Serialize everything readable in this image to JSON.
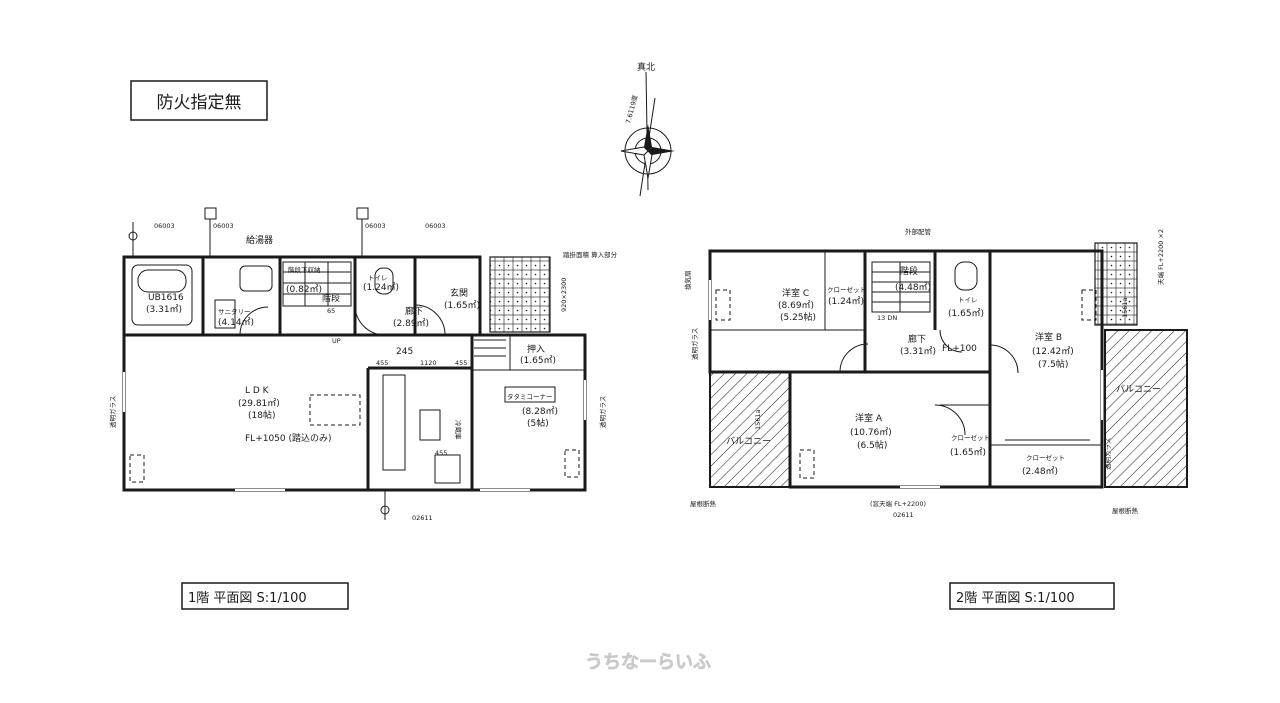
{
  "notice": "防火指定無",
  "compass": {
    "north": "真北",
    "angle": "7.6119度"
  },
  "watermark": "うちなーらいふ",
  "floor1": {
    "title": "1階 平面図 S:1/100",
    "rooms": {
      "ub_name": "UB1616",
      "ub_area": "(3.31㎡)",
      "sanitary_name": "サニタリー",
      "sanitary_area": "(4.14㎡)",
      "storage_name": "階段下収納",
      "storage_area": "(0.82㎡)",
      "toilet_name": "トイレ",
      "toilet_area": "(1.24㎡)",
      "stairs_name": "階段",
      "stairs_code": "65",
      "hall_name": "廊下",
      "hall_area": "(2.89㎡)",
      "entrance_name": "玄関",
      "entrance_area": "(1.65㎡)",
      "ldk_name": "L D K",
      "ldk_area": "(29.81㎡)",
      "ldk_tatami": "(18帖)",
      "oshiire_name": "押入",
      "oshiire_area": "(1.65㎡)",
      "tatami_name": "タタミコーナー",
      "tatami_area": "(8.28㎡)",
      "tatami_tatami": "(5帖)",
      "up_label": "UP"
    },
    "annotations": {
      "kyutoki": "給湯器",
      "fl": "FL+1050 (踏込のみ)",
      "dim_245": "245",
      "dim_455a": "455",
      "dim_1120": "1120",
      "dim_455b": "455",
      "dim_455c": "455",
      "clear_glass_left": "透明ガラス",
      "clear_glass_right": "透明ガラス",
      "paving": "踏掛面積 算入部分",
      "paving_size": "920×2300",
      "refrigerator": "冷蔵庫",
      "mark_06003a": "06003",
      "mark_06003b": "06003",
      "mark_06003c": "06003",
      "mark_06003d": "06003",
      "mark_02611": "02611"
    }
  },
  "floor2": {
    "title": "2階 平面図 S:1/100",
    "rooms": {
      "c_name": "洋室 C",
      "c_area": "(8.69㎡)",
      "c_tatami": "(5.25帖)",
      "closet1_name": "クローゼット",
      "closet1_area": "(1.24㎡)",
      "stairs_name": "階段",
      "stairs_area": "(4.48㎡)",
      "toilet_name": "トイレ",
      "toilet_area": "(1.65㎡)",
      "b_name": "洋室 B",
      "b_area": "(12.42㎡)",
      "b_tatami": "(7.5帖)",
      "hall_name": "廊下",
      "hall_area": "(3.31㎡)",
      "a_name": "洋室 A",
      "a_area": "(10.76㎡)",
      "a_tatami": "(6.5帖)",
      "closet2_name": "クローゼット",
      "closet2_area": "(1.65㎡)",
      "closet3_name": "クローゼット",
      "closet3_area": "(2.48㎡)",
      "balcony_left": "バルコニー",
      "balcony_right": "バルコニー",
      "fl": "FL+100",
      "stairs_dn": "13 DN"
    },
    "annotations": {
      "external_pipe": "外部配管",
      "ventilation": "換気扇",
      "clear_glass_a": "透明ガラス",
      "clear_glass_b": "透明ガラス",
      "roof_insulation_left": "屋根断熱",
      "roof_insulation_right": "屋根断熱",
      "window_note": "(窓天端 FL+2200)",
      "mark_02611": "02611",
      "right_dim": "天端 FL+2200 ×2",
      "mark_1561a": "1561a",
      "mark_1561b": "1561a"
    }
  }
}
